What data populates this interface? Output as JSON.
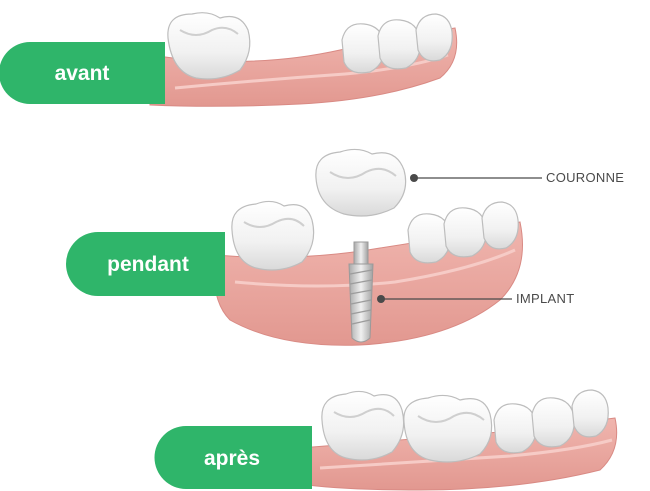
{
  "stages": {
    "before": {
      "label": "avant"
    },
    "during": {
      "label": "pendant"
    },
    "after": {
      "label": "après"
    }
  },
  "callouts": {
    "crown": {
      "label": "COURONNE"
    },
    "implant": {
      "label": "IMPLANT"
    }
  },
  "colors": {
    "pill_green": "#2fb56a",
    "gum_fill": "#e8a49e",
    "gum_dark": "#cf7f79",
    "gum_light": "#f3c3bd",
    "tooth_fill": "#f4f4f4",
    "tooth_shade": "#d3d3d3",
    "implant_metal": "#c8c8c8",
    "leader_line": "#4a4a4a"
  }
}
